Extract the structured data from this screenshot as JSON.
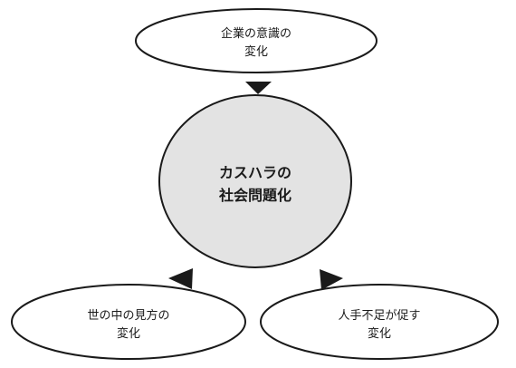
{
  "nodes": {
    "top": {
      "line1": "企業の意識の",
      "line2": "変化"
    },
    "center": {
      "line1": "カスハラの",
      "line2": "社会問題化"
    },
    "bottom_left": {
      "line1": "世の中の見方の",
      "line2": "変化"
    },
    "bottom_right": {
      "line1": "人手不足が促す",
      "line2": "変化"
    }
  },
  "colors": {
    "outline": "#1a1a1a",
    "center_fill": "#e3e3e3",
    "outer_fill": "#ffffff",
    "arrow": "#1a1a1a"
  }
}
